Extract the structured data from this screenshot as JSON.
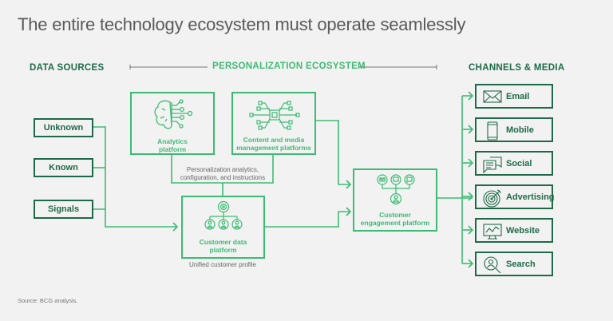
{
  "title": "The entire technology ecosystem must operate seamlessly",
  "sections": {
    "data_sources": "DATA SOURCES",
    "ecosystem": "PERSONALIZATION ECOSYSTEM",
    "channels": "CHANNELS & MEDIA"
  },
  "sources": [
    "Unknown",
    "Known",
    "Signals"
  ],
  "platforms": {
    "analytics": [
      "Analytics",
      "platform"
    ],
    "content": [
      "Content and media",
      "management platforms"
    ],
    "cdp": [
      "Customer data",
      "platform"
    ],
    "cep": [
      "Customer",
      "engagement platform"
    ]
  },
  "notes": {
    "bracket": [
      "Personalization analytics,",
      "configuration, and instructions"
    ],
    "cdp": "Unified customer profile"
  },
  "channels": [
    {
      "label": "Email",
      "icon": "envelope-icon"
    },
    {
      "label": "Mobile",
      "icon": "phone-icon"
    },
    {
      "label": "Social",
      "icon": "chat-icon"
    },
    {
      "label": "Advertising",
      "icon": "target-icon"
    },
    {
      "label": "Website",
      "icon": "monitor-icon"
    },
    {
      "label": "Search",
      "icon": "search-user-icon"
    }
  ],
  "source_note": "Source: BCG analysis.",
  "colors": {
    "dark_green": "#1e6a48",
    "light_green": "#3dbb74",
    "background": "#f2f2f2"
  }
}
